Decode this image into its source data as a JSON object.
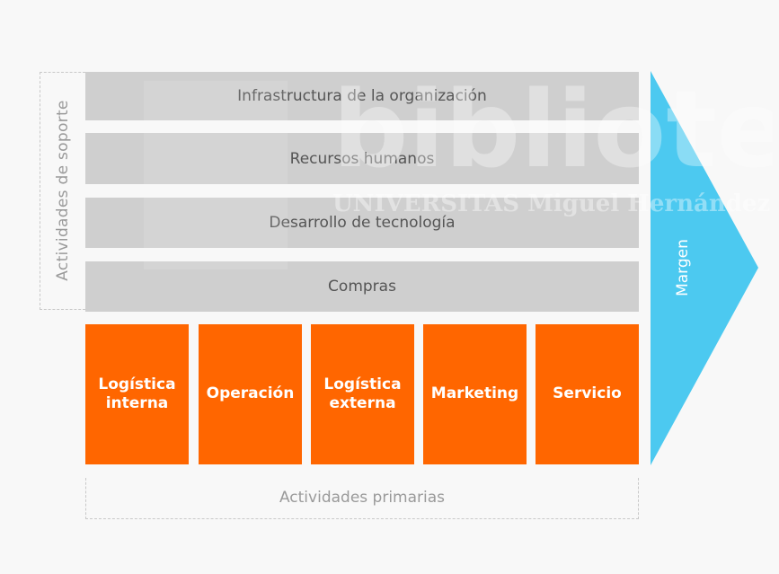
{
  "support": {
    "label": "Actividades de soporte",
    "rows": [
      {
        "label": "Infrastructura de la organización"
      },
      {
        "label": "Recursos humanos"
      },
      {
        "label": "Desarrollo de tecnología"
      },
      {
        "label": "Compras"
      }
    ]
  },
  "primary": {
    "label": "Actividades primarias",
    "boxes": [
      {
        "line1": "Logística",
        "line2": "interna"
      },
      {
        "line1": "Operación",
        "line2": ""
      },
      {
        "line1": "Logística",
        "line2": "externa"
      },
      {
        "line1": "Marketing",
        "line2": ""
      },
      {
        "line1": "Servicio",
        "line2": ""
      }
    ]
  },
  "margin": {
    "label": "Margen"
  },
  "watermark": {
    "text": "biblioteca",
    "subtext": "UNIVERSITAS Miguel Hernández"
  },
  "colors": {
    "support_fill": "#cfcfcf",
    "primary_fill": "#ff6600",
    "margin_fill": "#4cc9f0",
    "label_gray": "#9a9a9a"
  }
}
